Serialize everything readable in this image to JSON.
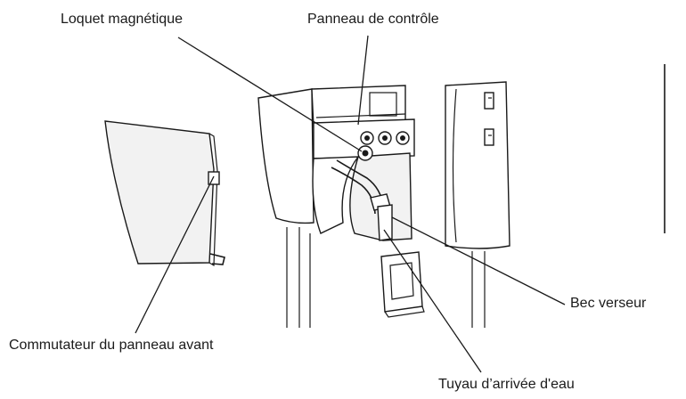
{
  "labels": {
    "magnetic_latch": "Loquet magnétique",
    "control_panel": "Panneau de contrôle",
    "front_panel_switch": "Commutateur du panneau avant",
    "spout": "Bec verseur",
    "water_inlet_hose": "Tuyau d’arrivée d'eau"
  }
}
